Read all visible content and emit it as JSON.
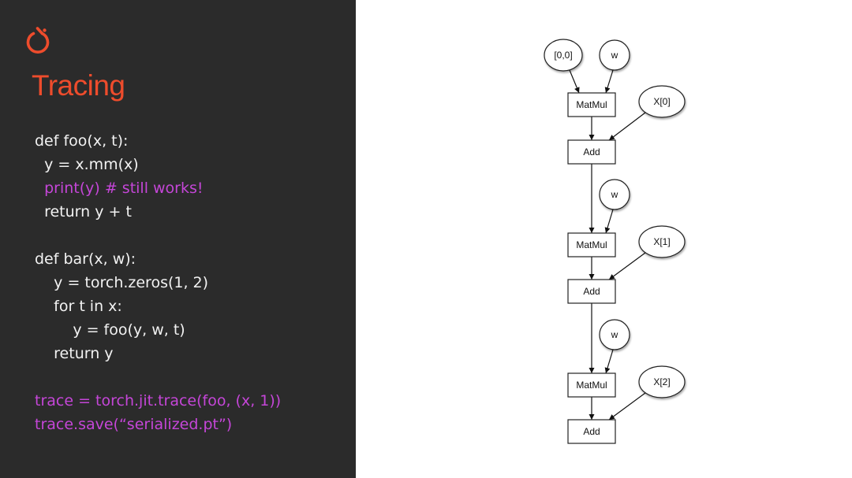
{
  "slide": {
    "title": "Tracing",
    "logo_icon": "pytorch-flame-icon",
    "accent_color": "#ee4c2c",
    "code_color": "#f2f2f2",
    "highlight_color": "#c546d8"
  },
  "code": {
    "lines": [
      {
        "text": "def foo(x, t):",
        "style": "normal"
      },
      {
        "text": "  y = x.mm(x)",
        "style": "normal"
      },
      {
        "text": "  print(y) # still works!",
        "style": "purple"
      },
      {
        "text": "  return y + t",
        "style": "normal"
      },
      {
        "text": "",
        "style": "blank"
      },
      {
        "text": "def bar(x, w):",
        "style": "normal"
      },
      {
        "text": "    y = torch.zeros(1, 2)",
        "style": "normal"
      },
      {
        "text": "    for t in x:",
        "style": "normal"
      },
      {
        "text": "        y = foo(y, w, t)",
        "style": "normal"
      },
      {
        "text": "    return y",
        "style": "normal"
      },
      {
        "text": "",
        "style": "blank"
      },
      {
        "text": "trace = torch.jit.trace(foo, (x, 1))",
        "style": "purple"
      },
      {
        "text": "trace.save(“serialized.pt”)",
        "style": "purple"
      }
    ]
  },
  "graph": {
    "nodes": {
      "init": {
        "label": "[0,0]",
        "shape": "ellipse"
      },
      "w0": {
        "label": "w",
        "shape": "ellipse"
      },
      "matmul0": {
        "label": "MatMul",
        "shape": "box"
      },
      "x0": {
        "label": "X[0]",
        "shape": "ellipse"
      },
      "add0": {
        "label": "Add",
        "shape": "box"
      },
      "w1": {
        "label": "w",
        "shape": "ellipse"
      },
      "matmul1": {
        "label": "MatMul",
        "shape": "box"
      },
      "x1": {
        "label": "X[1]",
        "shape": "ellipse"
      },
      "add1": {
        "label": "Add",
        "shape": "box"
      },
      "w2": {
        "label": "w",
        "shape": "ellipse"
      },
      "matmul2": {
        "label": "MatMul",
        "shape": "box"
      },
      "x2": {
        "label": "X[2]",
        "shape": "ellipse"
      },
      "add2": {
        "label": "Add",
        "shape": "box"
      }
    },
    "edges": [
      [
        "init",
        "matmul0"
      ],
      [
        "w0",
        "matmul0"
      ],
      [
        "matmul0",
        "add0"
      ],
      [
        "x0",
        "add0"
      ],
      [
        "add0",
        "matmul1"
      ],
      [
        "w1",
        "matmul1"
      ],
      [
        "matmul1",
        "add1"
      ],
      [
        "x1",
        "add1"
      ],
      [
        "add1",
        "matmul2"
      ],
      [
        "w2",
        "matmul2"
      ],
      [
        "matmul2",
        "add2"
      ],
      [
        "x2",
        "add2"
      ]
    ]
  }
}
